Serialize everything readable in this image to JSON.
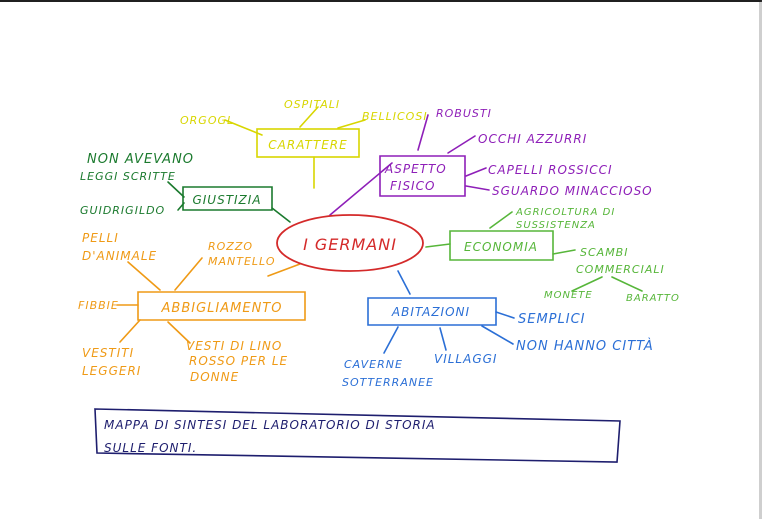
{
  "center": {
    "label": "I GERMANI",
    "color": "#d42a2a"
  },
  "caratteri": {
    "color": "#d8d600",
    "title": "CARATTERE",
    "items": [
      "ORGOGL",
      "OSPITALI",
      "BELLICOSI"
    ]
  },
  "aspetto": {
    "color": "#8e1fb8",
    "title_line1": "ASPETTO",
    "title_line2": "FISICO",
    "items": [
      "ROBUSTI",
      "OCCHI AZZURRI",
      "CAPELLI ROSSICCI",
      "SGUARDO MINACCIOSO"
    ]
  },
  "giustizia": {
    "color": "#1b7a2e",
    "title": "GIUSTIZIA",
    "item1_line1": "NON AVEVANO",
    "item1_line2": "LEGGI SCRITTE",
    "item2": "GUIDRIGILDO"
  },
  "economia": {
    "color": "#57b63a",
    "title": "ECONOMIA",
    "item1_line1": "AGRICOLTURA DI",
    "item1_line2": "SUSSISTENZA",
    "item2_line1": "SCAMBI",
    "item2_line2": "COMMERCIALI",
    "sub1": "MONETE",
    "sub2": "BARATTO"
  },
  "abbigliamento": {
    "color": "#ef9a16",
    "title": "ABBIGLIAMENTO",
    "pelli_line1": "PELLI",
    "pelli_line2": "D'ANIMALE",
    "rozzo_line1": "ROZZO",
    "rozzo_line2": "MANTELLO",
    "fibbie": "FIBBIE",
    "vestiti_line1": "VESTITI",
    "vestiti_line2": "LEGGERI",
    "lino_line1": "VESTI DI LINO",
    "lino_line2": "ROSSO PER LE",
    "lino_line3": "DONNE"
  },
  "abitazioni": {
    "color": "#2b6fd6",
    "title": "ABITAZIONI",
    "semplici": "SEMPLICI",
    "citta": "NON HANNO CITTÀ",
    "villaggi": "VILLAGGI",
    "caverne_line1": "CAVERNE",
    "caverne_line2": "SOTTERRANEE"
  },
  "caption": {
    "color": "#1e1e6e",
    "line1": "MAPPA DI SINTESI DEL LABORATORIO DI STORIA",
    "line2": "SULLE FONTI."
  }
}
